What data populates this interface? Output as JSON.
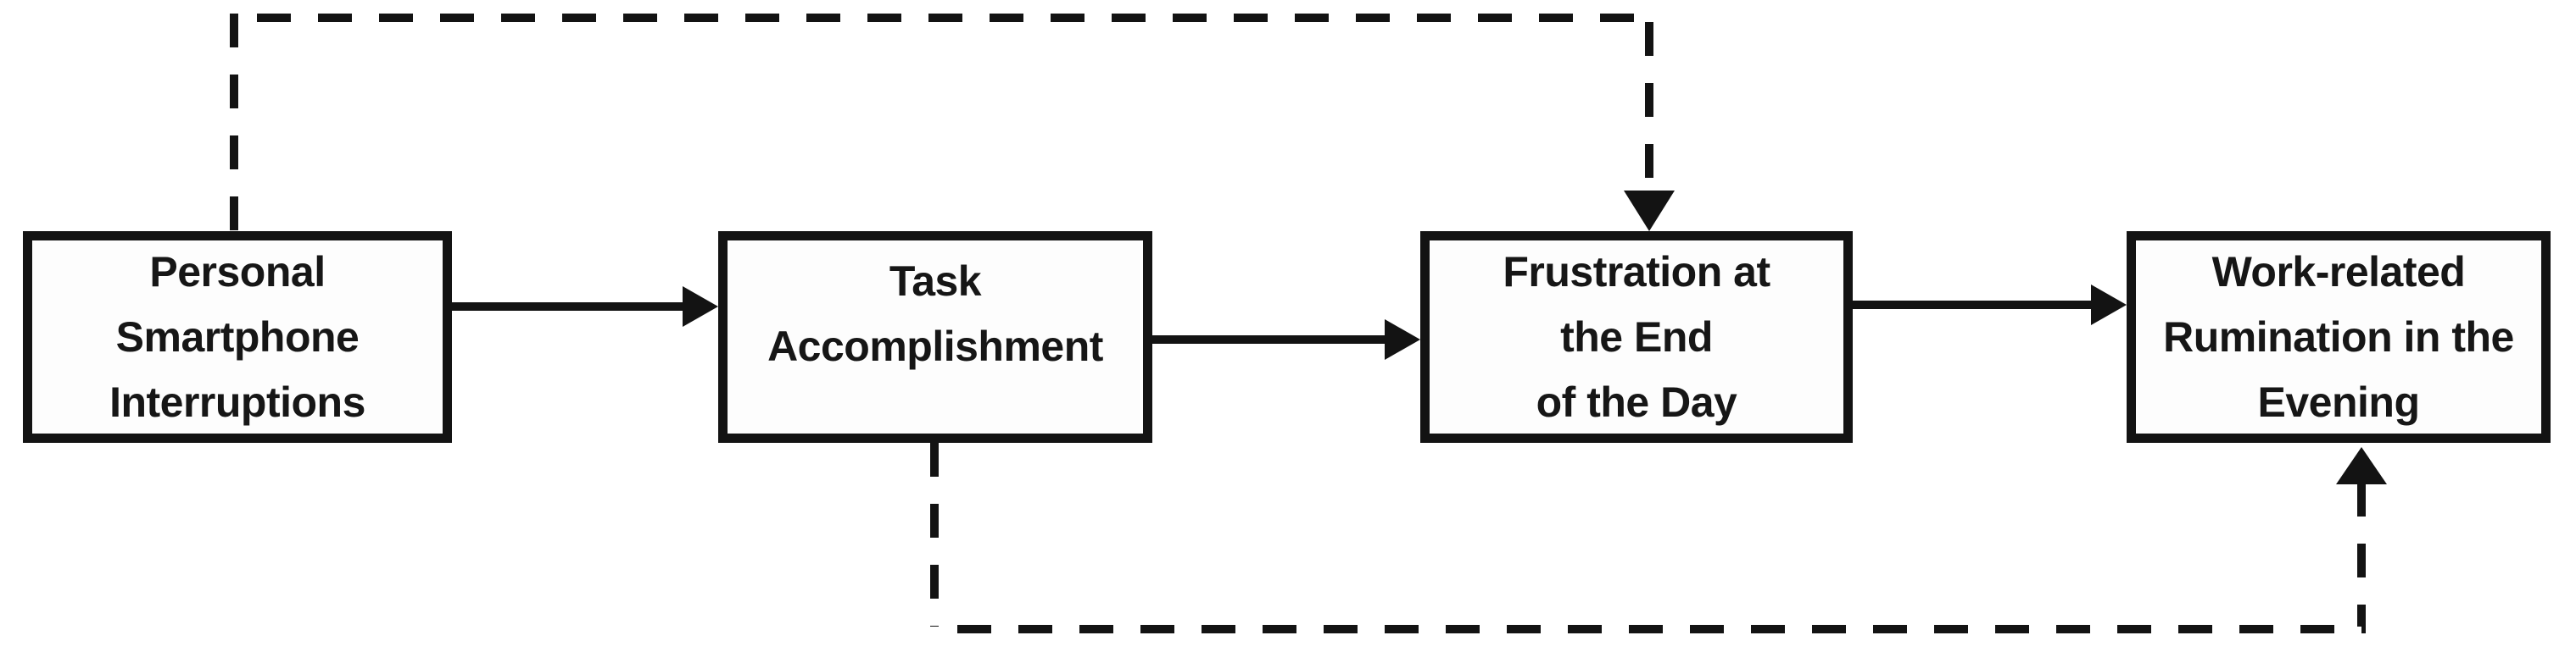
{
  "diagram": {
    "background_color": "#ffffff",
    "line_color": "#131313",
    "text_color": "#161616",
    "nodes": [
      {
        "id": "personal-smartphone-interruptions",
        "label": "Personal\nSmartphone\nInterruptions"
      },
      {
        "id": "task-accomplishment",
        "label": "Task\nAccomplishment"
      },
      {
        "id": "frustration-end-of-day",
        "label": "Frustration at\nthe End\nof the Day"
      },
      {
        "id": "work-related-rumination",
        "label": "Work-related\nRumination in the\nEvening"
      }
    ],
    "edges": [
      {
        "from": "personal-smartphone-interruptions",
        "to": "task-accomplishment",
        "style": "solid",
        "route": "direct-horizontal"
      },
      {
        "from": "task-accomplishment",
        "to": "frustration-end-of-day",
        "style": "solid",
        "route": "direct-horizontal"
      },
      {
        "from": "frustration-end-of-day",
        "to": "work-related-rumination",
        "style": "solid",
        "route": "direct-horizontal"
      },
      {
        "from": "personal-smartphone-interruptions",
        "to": "frustration-end-of-day",
        "style": "dashed",
        "route": "over-the-top"
      },
      {
        "from": "task-accomplishment",
        "to": "work-related-rumination",
        "style": "dashed",
        "route": "under-the-bottom"
      }
    ]
  }
}
